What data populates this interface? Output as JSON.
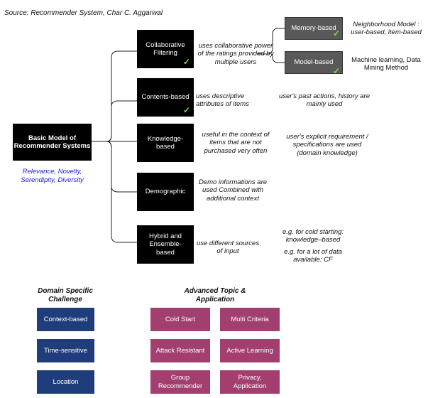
{
  "source": "Source: Recommender System, Char C. Aggarwal",
  "root": {
    "label": "Basic Model of Recommender Systems",
    "note": "Relevance, Novelty, Serendipity, Diversity"
  },
  "branches": [
    {
      "label": "Collaborative Filtering",
      "checked": true,
      "desc": "uses collaborative power of the ratings provided by multiple users"
    },
    {
      "label": "Contents-based",
      "checked": true,
      "desc": "uses descriptive attributes of items",
      "note": "user's past actions, history are mainly used"
    },
    {
      "label": "Knowledge-based",
      "checked": false,
      "desc": "useful in the context of items that are not purchased very often",
      "note": "user's explicit requirement / specifications are used (domain knowledge)"
    },
    {
      "label": "Demographic",
      "checked": false,
      "desc": "Demo informations are used Combined with additional context"
    },
    {
      "label": "Hybrid and Ensemble-based",
      "checked": false,
      "desc": "use different sources of input",
      "note1": "e.g. for cold starting: knowledge–based",
      "note2": "e.g. for a lot of data available: CF"
    }
  ],
  "cf_sub": [
    {
      "label": "Memory-based",
      "checked": true,
      "note": "Neighborhood Model : user-based, item-based"
    },
    {
      "label": "Model-based",
      "checked": true,
      "note": "Machine learning, Data Mining Method"
    }
  ],
  "domain_specific": {
    "title": "Domain Specific Challenge",
    "items": [
      "Context-based",
      "Time-sensitive",
      "Location"
    ]
  },
  "advanced": {
    "title": "Advanced Topic & Application",
    "items": [
      "Cold Start",
      "Multi Criteria",
      "Attack Resistant",
      "Active Learning",
      "Group Recommender",
      "Privacy, Application"
    ]
  },
  "colors": {
    "box_black": "#000000",
    "box_gray": "#595959",
    "box_navy": "#1f3d7a",
    "box_plum": "#a33f6e",
    "check": "#7ed957",
    "note_blue": "#1a1ad6"
  }
}
